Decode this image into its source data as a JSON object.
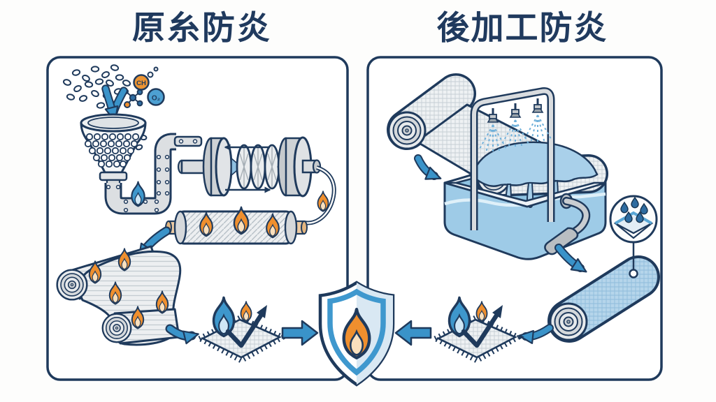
{
  "titles": {
    "left": "原糸防炎",
    "right": "後加工防炎"
  },
  "labels": {
    "ch": "CH",
    "o2": "O₂"
  },
  "colors": {
    "outline_navy": "#1f3a5c",
    "accent_blue": "#3a93c9",
    "flame_blue": "#3e97cc",
    "light_blue": "#aed3ea",
    "liquid_blue": "#8fc3e2",
    "pale_blue": "#d9e8f3",
    "orange": "#ef8f2e",
    "light_orange": "#fbe0bd",
    "machine_gray": "#ced2d5",
    "fabric_gray": "#edeff1",
    "background": "#fdfdfc"
  },
  "icons": {
    "orange_flame": "flame (orange) — flammable / burning",
    "blue_flame": "flame (blue) — flame test",
    "check_arrow": "check-mark with arrow — passed test",
    "shield_flame": "shield with flame — flame-retardant certification",
    "water_drop": "water droplet — repellent coating",
    "chemical_ch": "CH molecule badge",
    "chemical_o2": "O₂ molecule badge"
  }
}
